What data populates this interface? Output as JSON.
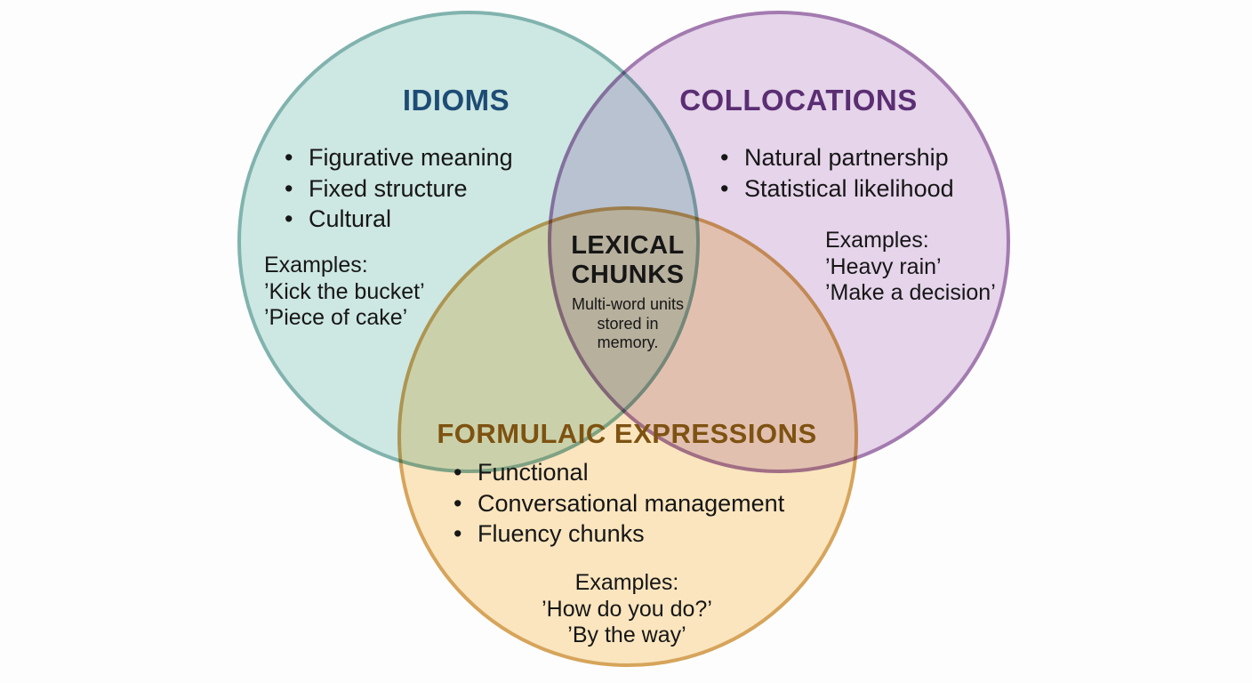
{
  "venn": {
    "idioms": {
      "title": "IDIOMS",
      "title_color": "#1d4c75",
      "fill": "#cfe9e4",
      "stroke": "#82b5b0",
      "bullets": [
        "Figurative meaning",
        "Fixed structure",
        "Cultural"
      ],
      "examples_label": "Examples:",
      "examples": [
        "’Kick the bucket’",
        "’Piece of cake’"
      ]
    },
    "collocations": {
      "title": "COLLOCATIONS",
      "title_color": "#5b2e73",
      "fill": "#e7d6ec",
      "stroke": "#a47cb2",
      "bullets": [
        "Natural partnership",
        "Statistical likelihood"
      ],
      "examples_label": "Examples:",
      "examples": [
        "’Heavy rain’",
        "’Make a decision’"
      ]
    },
    "formulaic": {
      "title": "FORMULAIC EXPRESSIONS",
      "title_color": "#7e5211",
      "fill": "#fce7c0",
      "stroke": "#d8a55c",
      "bullets": [
        "Functional",
        "Conversational management",
        "Fluency chunks"
      ],
      "examples_label": "Examples:",
      "examples": [
        "’How do you do?’",
        "’By the way’"
      ]
    },
    "center": {
      "title_lines": [
        "LEXICAL",
        "CHUNKS"
      ],
      "description_lines": [
        "Multi-word units",
        "stored in",
        "memory."
      ],
      "text_color": "#161616"
    }
  }
}
